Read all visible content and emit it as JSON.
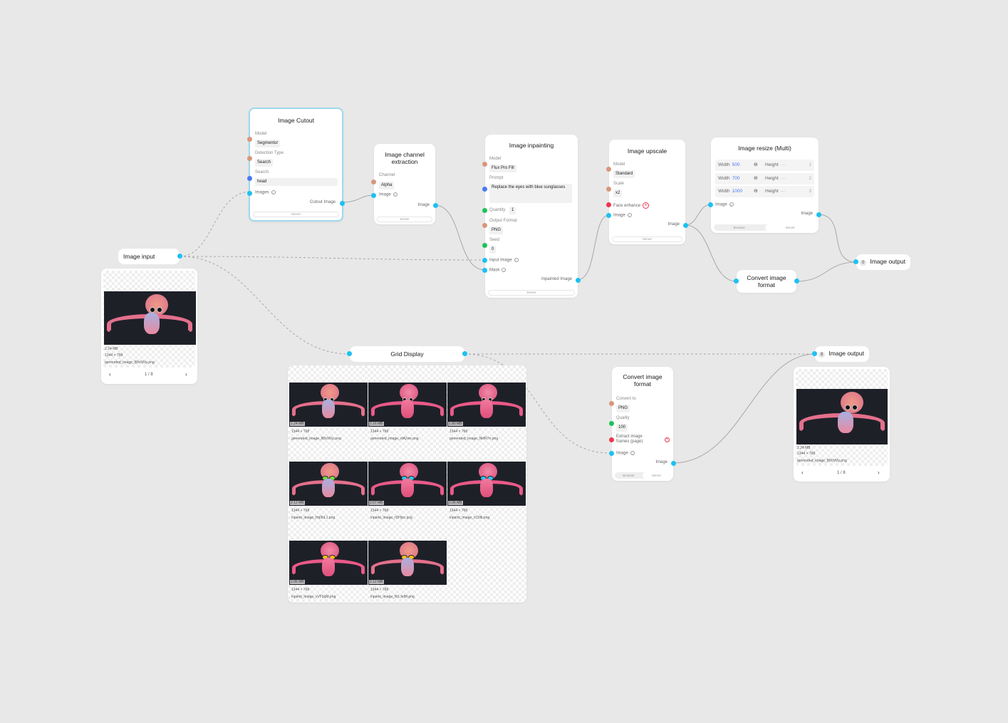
{
  "canvas": {
    "background": "#e8e8e8",
    "port_color": "#1cc1f2"
  },
  "image_input": {
    "title": "Image input",
    "preview": {
      "size": "2.24 MB",
      "dims": "1344 × 768",
      "filename": "generated_image_B9cNVp.png",
      "page": "1 / 8",
      "prev": "‹",
      "next": "›"
    }
  },
  "image_cutout": {
    "title": "Image Cutout",
    "model_label": "Model",
    "model_value": "Segmentor",
    "detection_label": "Detection Type",
    "detection_value": "Search",
    "search_label": "Search",
    "search_value": "head",
    "images_label": "Images",
    "output_label": "Cutout Image",
    "footer": "Server"
  },
  "channel_extraction": {
    "title": "Image channel extraction",
    "channel_label": "Channel",
    "channel_value": "Alpha",
    "image_in_label": "Image",
    "image_out_label": "Image",
    "footer": "Server"
  },
  "inpainting": {
    "title": "Image inpainting",
    "model_label": "Model",
    "model_value": "Flux Pro Fill",
    "prompt_label": "Prompt",
    "prompt_value": "Replace the eyes with blue sunglasses",
    "quantity_label": "Quantity",
    "quantity_value": "1",
    "format_label": "Output Format",
    "format_value": "PNG",
    "seed_label": "Seed",
    "seed_value": "0",
    "input_image_label": "Input Image",
    "mask_label": "Mask",
    "output_label": "Inpainted Image",
    "footer": "Server"
  },
  "upscale": {
    "title": "Image upscale",
    "model_label": "Model",
    "model_value": "Standard",
    "scale_label": "Scale",
    "scale_value": "x2",
    "face_label": "Face enhance",
    "image_in_label": "Image",
    "image_out_label": "Image",
    "footer": "Server"
  },
  "resize_multi": {
    "title": "Image resize (Multi)",
    "rows": [
      {
        "width_label": "Width",
        "width": "500",
        "height_label": "Height",
        "height": "—",
        "index": "1"
      },
      {
        "width_label": "Width",
        "width": "700",
        "height_label": "Height",
        "height": "—",
        "index": "2"
      },
      {
        "width_label": "Width",
        "width": "1000",
        "height_label": "Height",
        "height": "—",
        "index": "3"
      }
    ],
    "image_in_label": "Image",
    "image_out_label": "Image",
    "tabs": [
      "Browser",
      "Server"
    ],
    "active_tab": "Server"
  },
  "convert_top": {
    "title": "Convert image format"
  },
  "image_output_top": {
    "title": "Image output",
    "count": "0"
  },
  "grid_display": {
    "title": "Grid Display",
    "items": [
      {
        "size": "2.24 MB",
        "dims": "1344 × 768",
        "filename": "generated_image_B9cNVp.png",
        "variant": "blue"
      },
      {
        "size": "2.16 MB",
        "dims": "1344 × 768",
        "filename": "generated_image_nlA2wx.png",
        "variant": "pink"
      },
      {
        "size": "1.80 MB",
        "dims": "1344 × 768",
        "filename": "generated_image_NkfR7n.png",
        "variant": "pink"
      },
      {
        "size": "2.12 MB",
        "dims": "1344 × 768",
        "filename": "inpaint_image_Hq9hL1.png",
        "variant": "blue",
        "glasses": "#6fe03a"
      },
      {
        "size": "2.07 MB",
        "dims": "1344 × 768",
        "filename": "inpaint_image_rDHjvo.png",
        "variant": "pink",
        "glasses": "#2cc8e8"
      },
      {
        "size": "2.06 MB",
        "dims": "1344 × 768",
        "filename": "inpaint_image_vC6ltl.png",
        "variant": "pink",
        "glasses": "#28c6f0"
      },
      {
        "size": "2.06 MB",
        "dims": "1344 × 768",
        "filename": "inpaint_image_vVF3qM.png",
        "variant": "pink",
        "glasses": "#f2c318"
      },
      {
        "size": "2.12 MB",
        "dims": "1344 × 768",
        "filename": "inpaint_image_WLJelM.png",
        "variant": "blue",
        "glasses": "#f2c318"
      }
    ]
  },
  "convert_bottom": {
    "title": "Convert image format",
    "convert_label": "Convert to",
    "convert_value": "PNG",
    "quality_label": "Quality",
    "quality_value": "100",
    "extract_label": "Extract image frames (page)",
    "image_in_label": "Image",
    "image_out_label": "Image",
    "tabs": [
      "Browser",
      "Server"
    ],
    "active_tab": "Server"
  },
  "image_output_bottom": {
    "title": "Image output",
    "count": "8",
    "preview": {
      "size": "2.24 MB",
      "dims": "1344 × 768",
      "filename": "generated_image_B9cNVp.png",
      "page": "1 / 8",
      "prev": "‹",
      "next": "›"
    }
  }
}
